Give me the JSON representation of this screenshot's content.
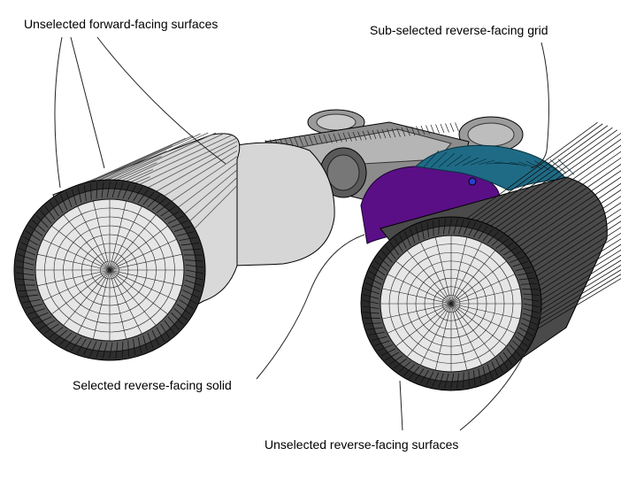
{
  "labels": {
    "unselected_forward": "Unselected forward-facing surfaces",
    "subselected_grid": "Sub-selected reverse-facing grid",
    "selected_solid": "Selected reverse-facing solid",
    "unselected_reverse": "Unselected reverse-facing surfaces"
  },
  "colors": {
    "forward_surface": "#d8d8d8",
    "forward_grid": "#ececec",
    "reverse_surface": "#4a4a4a",
    "reverse_dark": "#2a2a2a",
    "selected_solid": "#5a0f86",
    "subselected_grid": "#1f6b86",
    "highlight_point": "#2a40c8"
  }
}
